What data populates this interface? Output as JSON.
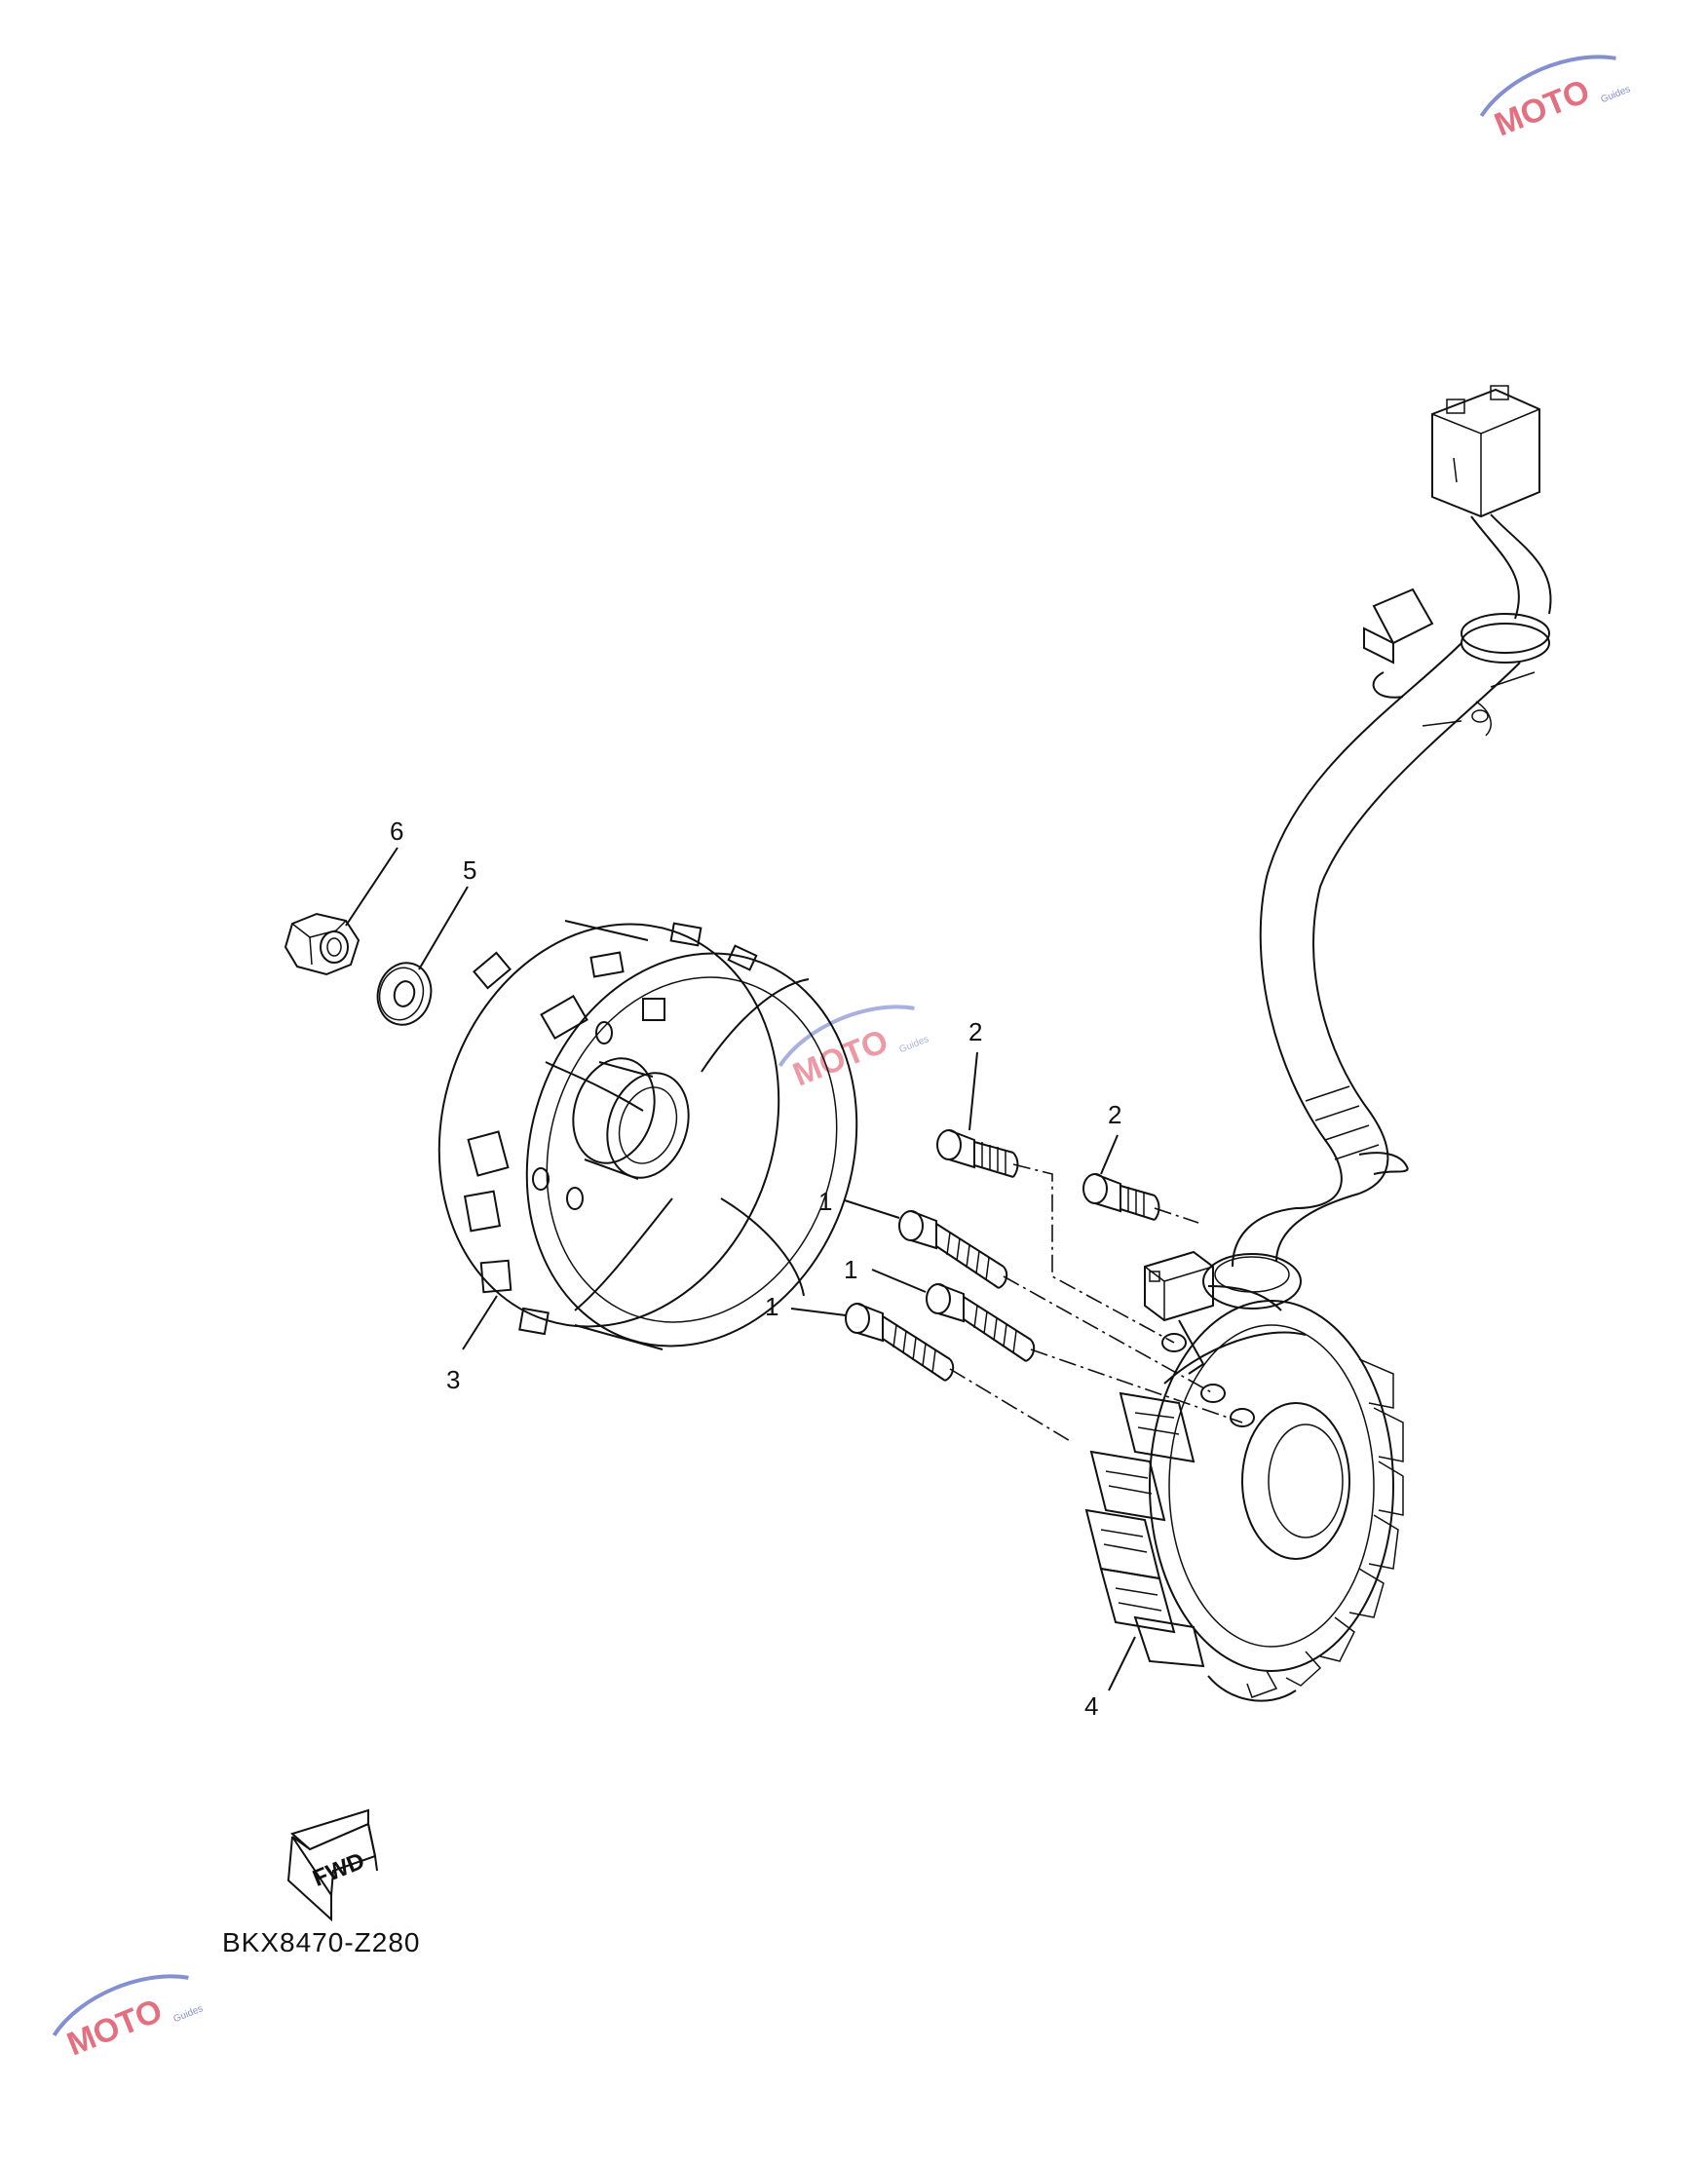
{
  "diagram": {
    "part_code": "BKX8470-Z280",
    "fwd_label": "FWD",
    "callouts": {
      "bolt_a": "1",
      "bolt_b": "1",
      "bolt_c": "1",
      "screw_a": "2",
      "screw_b": "2",
      "rotor": "3",
      "stator": "4",
      "washer": "5",
      "nut": "6"
    }
  },
  "watermark": {
    "brand": "MOTO",
    "sub": "Guides"
  },
  "colors": {
    "line": "#111111",
    "watermark_red": "#e0566b",
    "watermark_blue": "#6d7dc9"
  }
}
